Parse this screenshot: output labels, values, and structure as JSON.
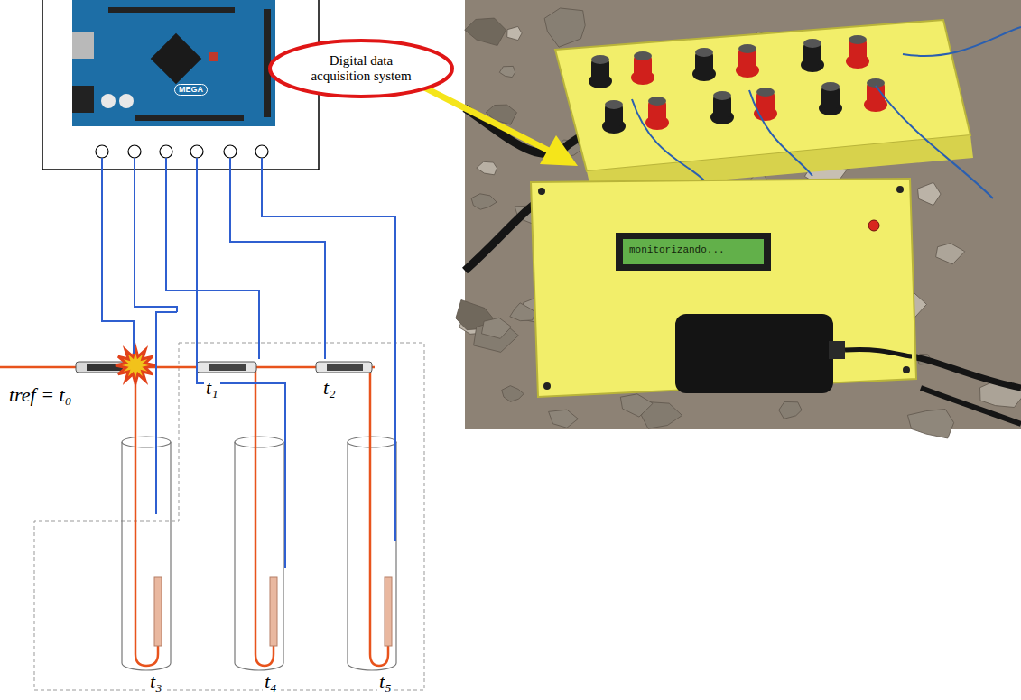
{
  "diagram": {
    "nodes": [
      {
        "text": [
          "Digital data acquisition system"
        ]
      }
    ],
    "labels": [
      "MEGA",
      "monitorizando...",
      "tref = t₀",
      "t₁",
      "t₂",
      "t₃",
      "t₄",
      "t₅"
    ]
  }
}
